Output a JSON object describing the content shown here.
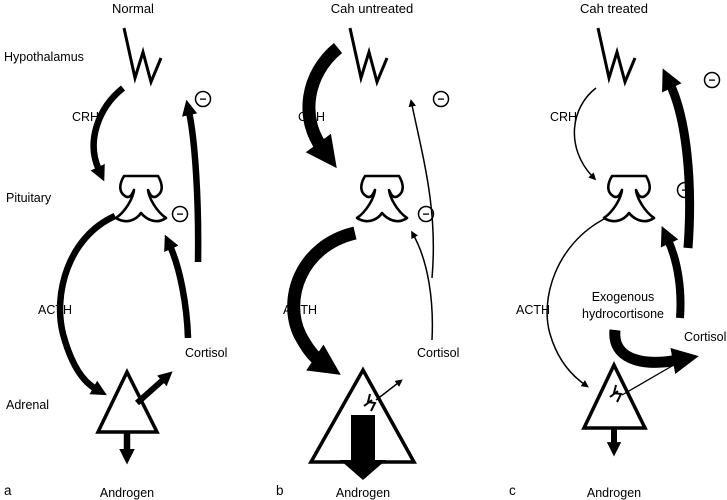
{
  "panels": [
    {
      "letter": "a",
      "title": "Normal",
      "labels": {
        "hypothalamus": "Hypothalamus",
        "pituitary": "Pituitary",
        "adrenal": "Adrenal",
        "crh": "CRH",
        "acth": "ACTH",
        "cortisol": "Cortisol",
        "androgen": "Androgen"
      },
      "feedback_symbols": [
        "−",
        "−"
      ]
    },
    {
      "letter": "b",
      "title": "Cah untreated",
      "labels": {
        "crh": "CRH",
        "acth": "ACTH",
        "cortisol": "Cortisol",
        "androgen": "Androgen"
      },
      "feedback_symbols": [
        "−",
        "−"
      ]
    },
    {
      "letter": "c",
      "title": "Cah treated",
      "labels": {
        "crh": "CRH",
        "acth": "ACTH",
        "cortisol": "Cortisol",
        "androgen": "Androgen",
        "exogenous_line1": "Exogenous",
        "exogenous_line2": "hydrocortisone"
      },
      "feedback_symbols": [
        "−",
        "−"
      ]
    }
  ],
  "colors": {
    "ink": "#000000",
    "background": "#ffffff"
  }
}
